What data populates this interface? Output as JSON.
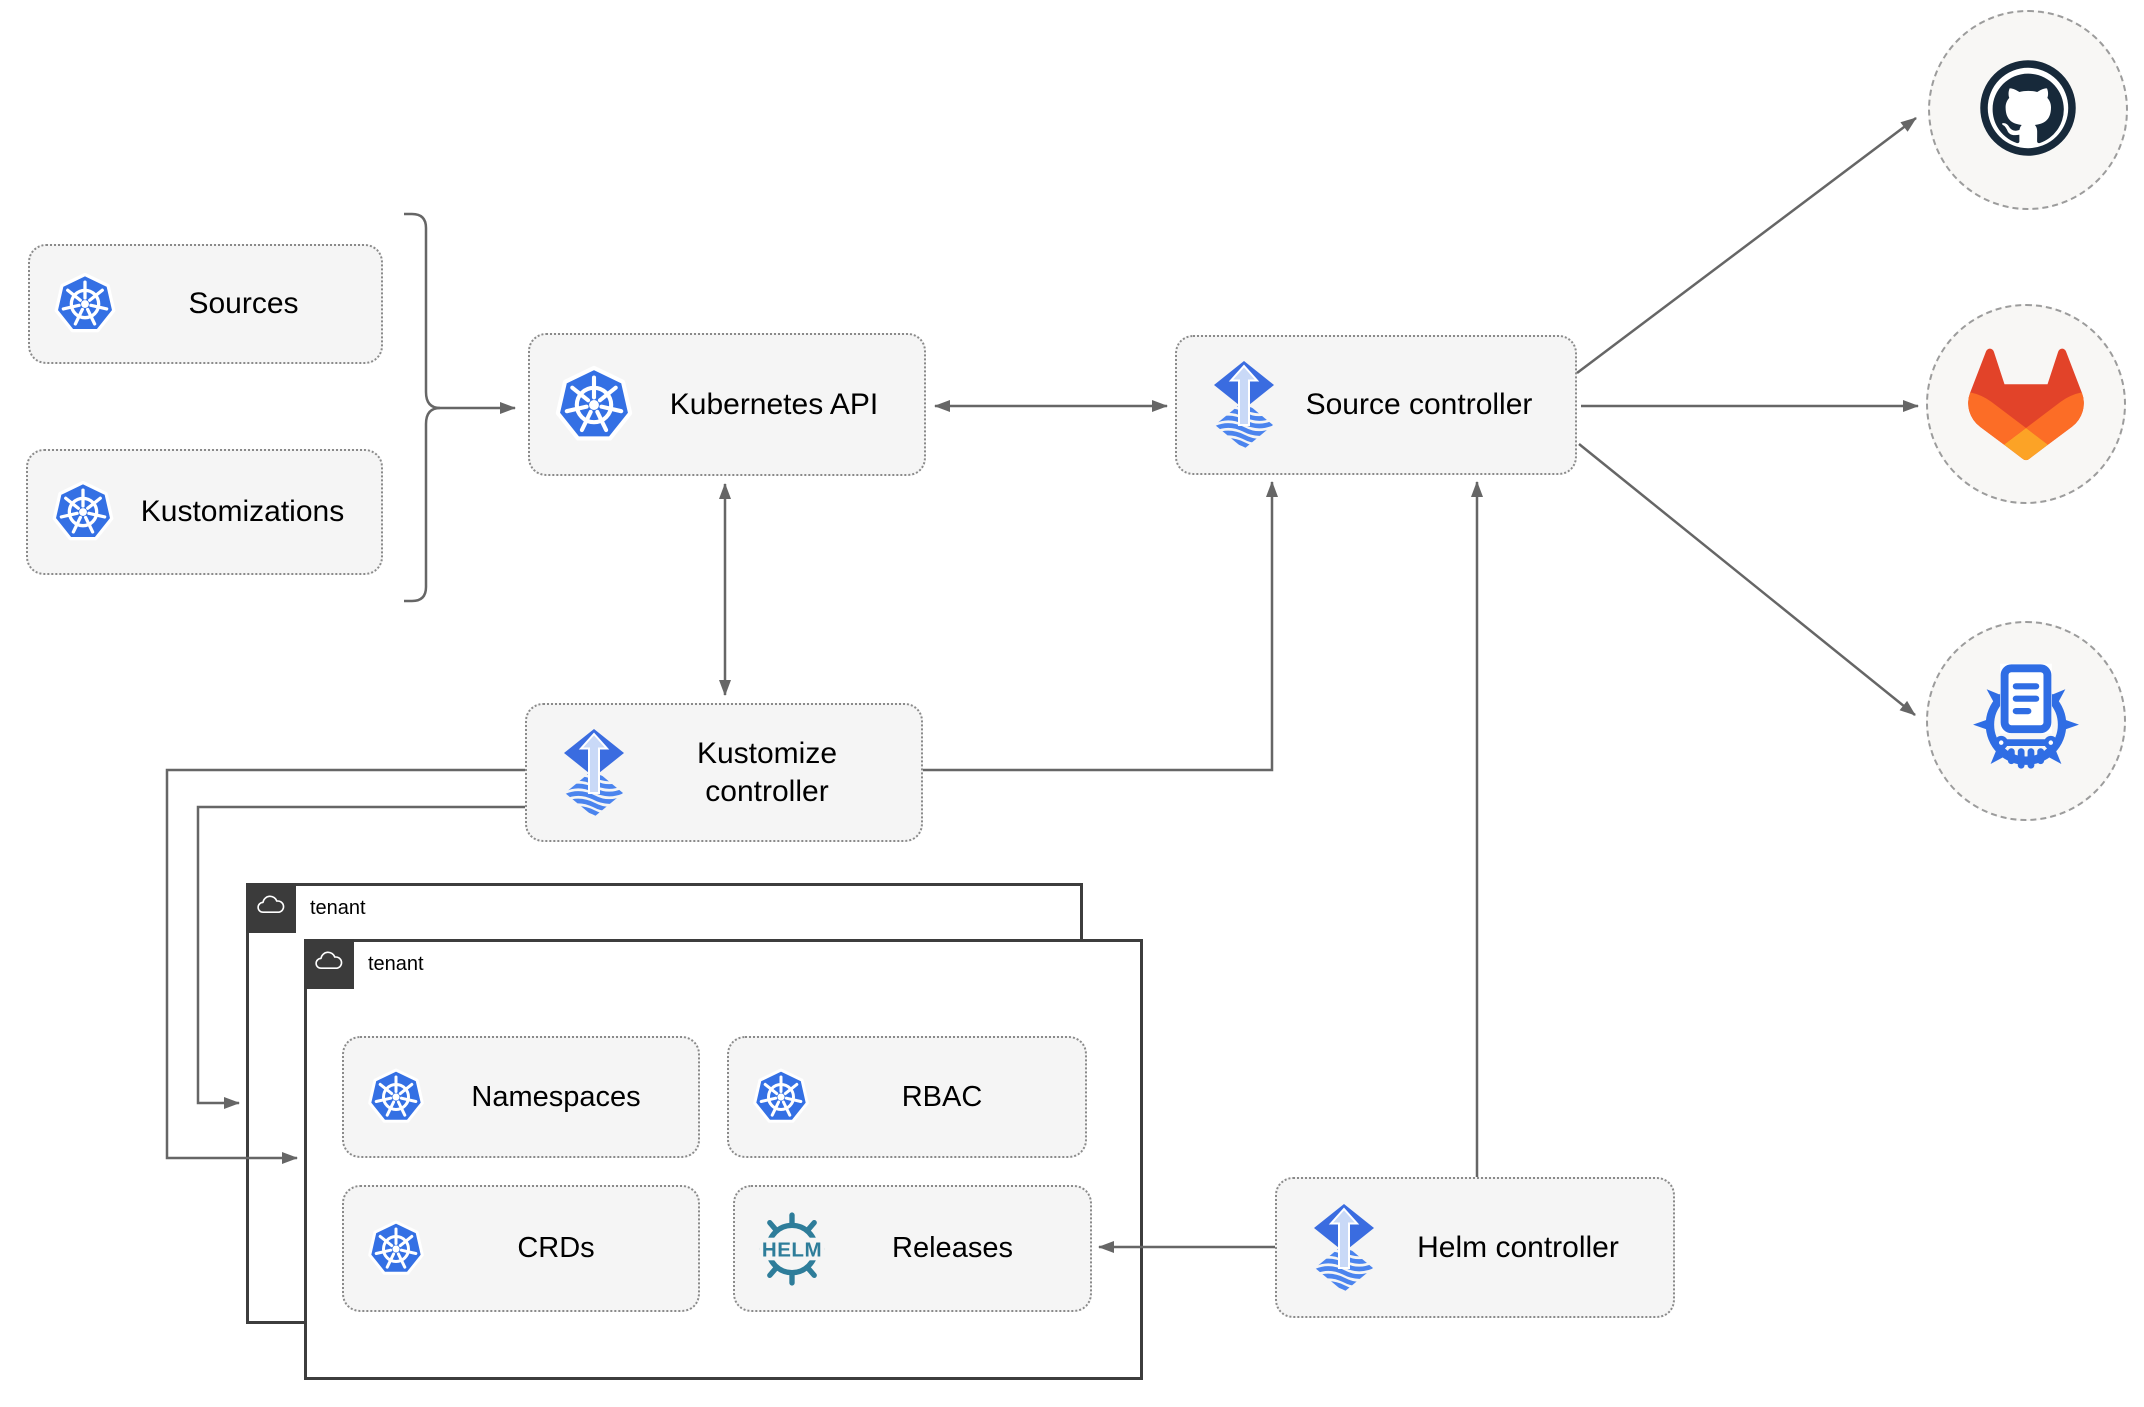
{
  "nodes": {
    "sources": {
      "label": "Sources",
      "icon": "kubernetes"
    },
    "kustomizations": {
      "label": "Kustomizations",
      "icon": "kubernetes"
    },
    "kubernetes_api": {
      "label": "Kubernetes API",
      "icon": "kubernetes"
    },
    "source_controller": {
      "label": "Source controller",
      "icon": "flux"
    },
    "kustomize_controller": {
      "label": "Kustomize controller",
      "icon": "flux"
    },
    "helm_controller": {
      "label": "Helm controller",
      "icon": "flux"
    },
    "namespaces": {
      "label": "Namespaces",
      "icon": "kubernetes"
    },
    "rbac": {
      "label": "RBAC",
      "icon": "kubernetes"
    },
    "crds": {
      "label": "CRDs",
      "icon": "kubernetes"
    },
    "releases": {
      "label": "Releases",
      "icon": "helm"
    }
  },
  "containers": {
    "back_tenant": {
      "label": "tenant",
      "icon": "cloud"
    },
    "front_tenant": {
      "label": "tenant",
      "icon": "cloud"
    }
  },
  "external_targets": [
    {
      "name": "github",
      "icon": "github-logo"
    },
    {
      "name": "gitlab",
      "icon": "gitlab-logo"
    },
    {
      "name": "container-registry",
      "icon": "registry-logo"
    }
  ],
  "helm_wordmark": "HELM",
  "edges": [
    {
      "from": "sources+kustomizations",
      "to": "kubernetes_api",
      "type": "arrow"
    },
    {
      "from": "kubernetes_api",
      "to": "source_controller",
      "type": "double-arrow"
    },
    {
      "from": "kubernetes_api",
      "to": "kustomize_controller",
      "type": "double-arrow"
    },
    {
      "from": "kustomize_controller",
      "to": "front_tenant",
      "type": "arrow"
    },
    {
      "from": "kustomize_controller",
      "to": "back_tenant",
      "type": "arrow"
    },
    {
      "from": "kustomize_controller",
      "to": "source_controller",
      "type": "arrow"
    },
    {
      "from": "helm_controller",
      "to": "source_controller",
      "type": "arrow"
    },
    {
      "from": "helm_controller",
      "to": "releases",
      "type": "arrow"
    },
    {
      "from": "source_controller",
      "to": "github",
      "type": "arrow"
    },
    {
      "from": "source_controller",
      "to": "gitlab",
      "type": "arrow"
    },
    {
      "from": "source_controller",
      "to": "container-registry",
      "type": "arrow"
    }
  ],
  "colors": {
    "kubernetes_blue": "#3470e4",
    "flux_blue": "#3a6ce0",
    "flux_stripe": "#4b84ee",
    "flux_arrow_light": "#c9d9f7",
    "helm_teal": "#2e7d9a",
    "github_dark": "#17293a",
    "gitlab_red": "#e24329",
    "gitlab_orange": "#fc6d26",
    "gitlab_light_orange": "#fca326",
    "registry_blue": "#2f6de4",
    "wire_gray": "#666666",
    "node_fill": "#f5f5f5",
    "node_border": "#8a8a8a",
    "tenant_border": "#3d3d3d",
    "tab_bg": "#3b3b3b",
    "circle_fill": "#f8f7f5",
    "circle_border": "#9c9c9c"
  }
}
